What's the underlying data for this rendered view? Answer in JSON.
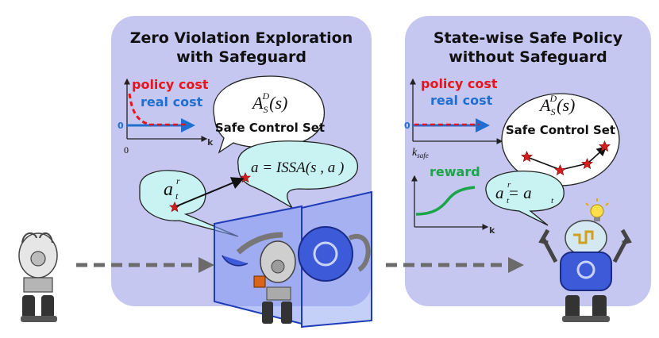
{
  "left_panel": {
    "title_line1": "Zero Violation Exploration",
    "title_line2": "with Safeguard",
    "policy_cost_label": "policy cost",
    "real_cost_label": "real cost",
    "axis_zero_y": "0",
    "axis_zero_x": "0",
    "axis_k": "k",
    "safe_set_symbol": "A",
    "safe_set_sup": "D",
    "safe_set_sub": "S",
    "safe_set_arg": "(s)",
    "safe_set_label": "Safe Control Set",
    "issa_equation": "a  = ISSA(s , a )",
    "reference_action": "a"
  },
  "right_panel": {
    "title_line1": "State-wise Safe Policy",
    "title_line2": "without Safeguard",
    "policy_cost_label": "policy cost",
    "real_cost_label": "real cost",
    "axis_zero_y": "0",
    "axis_k": "k",
    "k_safe_label": "k",
    "k_safe_sub": "safe",
    "reward_label": "reward",
    "safe_set_symbol": "A",
    "safe_set_sup": "D",
    "safe_set_sub": "S",
    "safe_set_arg": "(s)",
    "safe_set_label": "Safe Control Set",
    "equal_equation": "a  = a"
  },
  "colors": {
    "panel_fill": "#c5c7f0",
    "policy_cost": "#e8141c",
    "real_cost": "#1f6fd0",
    "reward": "#19a548",
    "star": "#d41e1e",
    "bubble_fill": "#c9f2f3",
    "robot_blue": "#3d5ad8",
    "arrow_gray": "#6b6b6b"
  },
  "icons": [
    "red-star-icon",
    "lightbulb-icon",
    "robot-icon",
    "shield-panel-icon"
  ]
}
